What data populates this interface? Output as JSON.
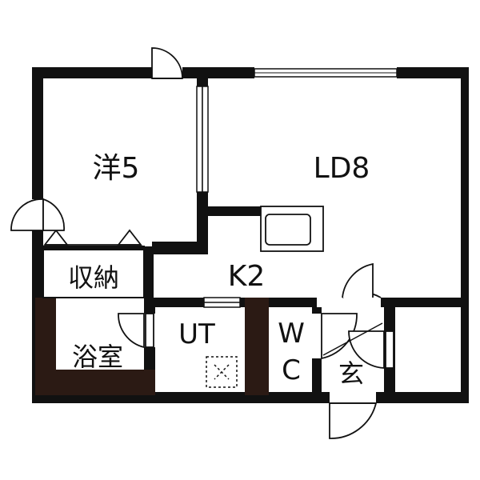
{
  "plan": {
    "rooms": {
      "western": "洋5",
      "living_dining": "LD8",
      "kitchen": "K2",
      "storage": "収納",
      "bath": "浴室",
      "utility": "UT",
      "wc_top": "W",
      "wc_bottom": "C",
      "entrance": "玄"
    },
    "colors": {
      "wall": "#111111",
      "bath_wall": "#2b1a14",
      "background": "#ffffff"
    }
  }
}
